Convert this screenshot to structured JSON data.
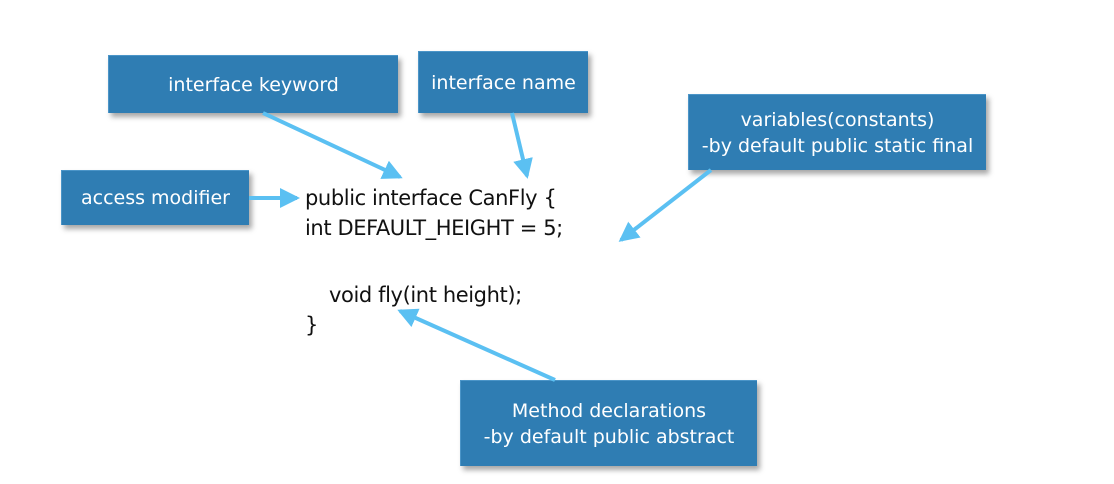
{
  "callouts": {
    "interface_keyword": "interface keyword",
    "interface_name": "interface name",
    "access_modifier": "access modifier",
    "variables_line1": "variables(constants)",
    "variables_line2": "-by default public static final",
    "methods_line1": "Method declarations",
    "methods_line2": "-by default public abstract"
  },
  "code": {
    "line1": "public interface CanFly {",
    "line2": "int DEFAULT_HEIGHT = 5;",
    "line3": "void fly(int height);",
    "line4": "}"
  },
  "colors": {
    "callout_fill": "#2f7db3",
    "arrow": "#5bc0f2",
    "text": "#111111"
  }
}
